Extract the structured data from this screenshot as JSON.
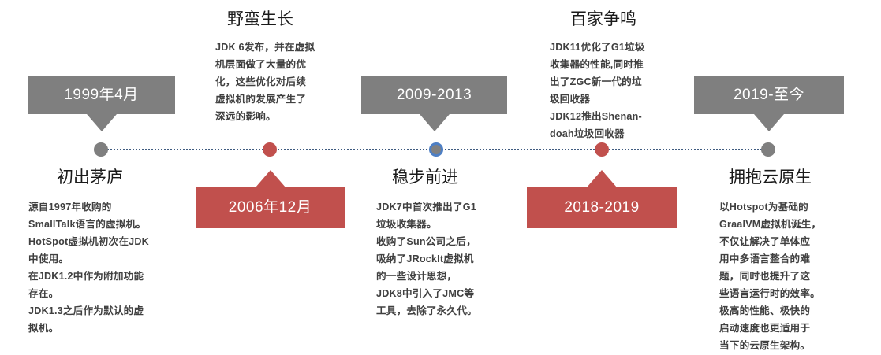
{
  "infographic": {
    "type": "timeline",
    "colors": {
      "gray": "#7f7f7f",
      "red": "#c1504d",
      "blue_ring": "#4e7fc4",
      "axis": "#3f5b80",
      "title_text": "#1a1a1a",
      "body_text": "#404040",
      "pill_text": "#ffffff",
      "background": "#ffffff"
    },
    "nodes": [
      {
        "id": 1,
        "date_label": "1999年4月",
        "pill_color": "gray",
        "pill_position": "above",
        "dot_style": "gray",
        "title": "初出茅庐",
        "title_position": "below",
        "body": "源自1997年收购的\nSmallTalk语言的虚拟机。\nHotSpot虚拟机初次在JDK\n中使用。\n在JDK1.2中作为附加功能\n存在。\nJDK1.3之后作为默认的虚\n拟机。"
      },
      {
        "id": 2,
        "date_label": "2006年12月",
        "pill_color": "red",
        "pill_position": "below",
        "dot_style": "red",
        "title": "野蛮生长",
        "title_position": "above",
        "body": "JDK 6发布，并在虚拟\n机层面做了大量的优\n化，这些优化对后续\n虚拟机的发展产生了\n深远的影响。"
      },
      {
        "id": 3,
        "date_label": "2009-2013",
        "pill_color": "gray",
        "pill_position": "above",
        "dot_style": "blue",
        "title": "稳步前进",
        "title_position": "below",
        "body": "JDK7中首次推出了G1\n垃圾收集器。\n收购了Sun公司之后，\n吸纳了JRockIt虚拟机\n的一些设计思想，\nJDK8中引入了JMC等\n工具，去除了永久代。"
      },
      {
        "id": 4,
        "date_label": "2018-2019",
        "pill_color": "red",
        "pill_position": "below",
        "dot_style": "red",
        "title": "百家争鸣",
        "title_position": "above",
        "body": "JDK11优化了G1垃圾\n收集器的性能,同时推\n出了ZGC新一代的垃\n圾回收器\nJDK12推出Shenan-\ndoah垃圾回收器"
      },
      {
        "id": 5,
        "date_label": "2019-至今",
        "pill_color": "gray",
        "pill_position": "above",
        "dot_style": "gray",
        "title": "拥抱云原生",
        "title_position": "below",
        "body": "以Hotspot为基础的\nGraalVM虚拟机诞生，\n不仅让解决了单体应\n用中多语言整合的难\n题，同时也提升了这\n些语言运行时的效率。\n极高的性能、极快的\n启动速度也更适用于\n当下的云原生架构。"
      }
    ]
  }
}
